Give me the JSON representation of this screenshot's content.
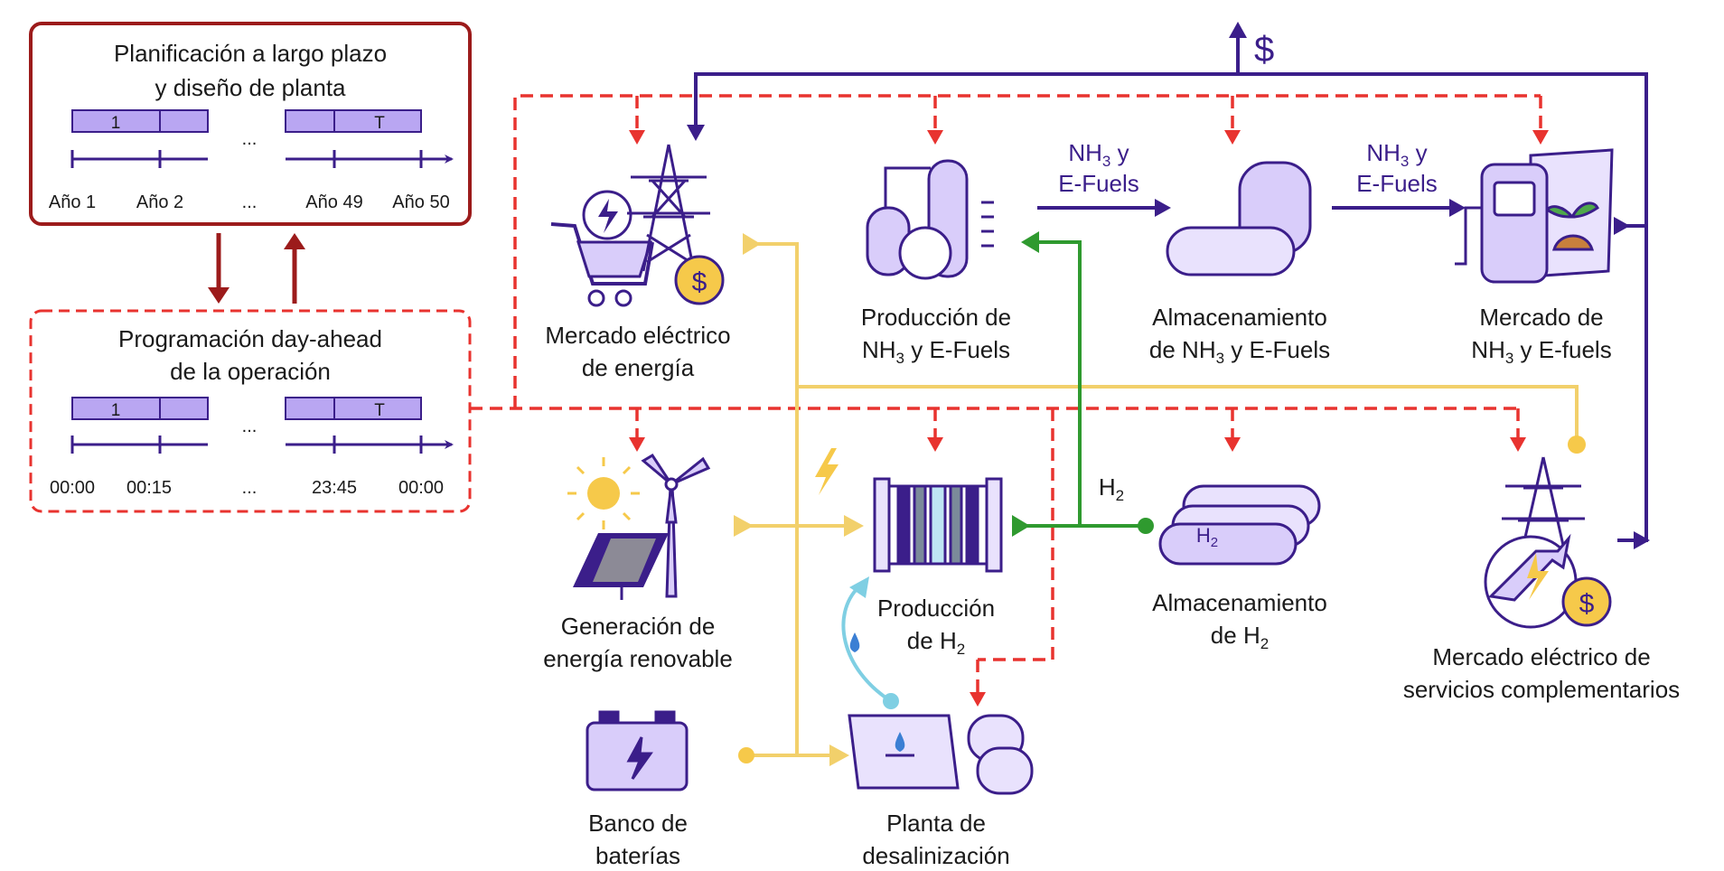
{
  "panels": {
    "long_term": {
      "title_line1": "Planificación a largo plazo",
      "title_line2": "y diseño de planta",
      "bar_first": "1",
      "bar_last": "T",
      "ellipsis": "...",
      "ticks": [
        "Año 1",
        "Año 2",
        "...",
        "Año 49",
        "Año 50"
      ]
    },
    "day_ahead": {
      "title_line1": "Programación day-ahead",
      "title_line2": "de la operación",
      "bar_first": "1",
      "bar_last": "T",
      "ellipsis": "...",
      "ticks": [
        "00:00",
        "00:15",
        "...",
        "23:45",
        "00:00"
      ]
    }
  },
  "nodes": {
    "energy_market": [
      "Mercado eléctrico",
      "de energía"
    ],
    "nh3_production": [
      "Producción de",
      "NH3 y E-Fuels"
    ],
    "nh3_storage": [
      "Almacenamiento",
      "de NH3 y E-Fuels"
    ],
    "nh3_market": [
      "Mercado de",
      "NH3 y E-fuels"
    ],
    "renewables": [
      "Generación de",
      "energía renovable"
    ],
    "h2_production": [
      "Producción",
      "de H2"
    ],
    "h2_storage": [
      "Almacenamiento",
      "de H2"
    ],
    "ancillary_market": [
      "Mercado eléctrico de",
      "servicios complementarios"
    ],
    "battery": [
      "Banco de",
      "baterías"
    ],
    "desalination": [
      "Planta de",
      "desalinización"
    ]
  },
  "flow_labels": {
    "prod_to_storage": [
      "NH3 y",
      "E-Fuels"
    ],
    "storage_to_market": [
      "NH3 y",
      "E-Fuels"
    ],
    "hydrogen": "H2",
    "revenue": "$"
  },
  "colors": {
    "purple": "#3b1e8a",
    "light_purple": "#b9a6f2",
    "dark_red": "#9c1b1b",
    "red": "#e8332f",
    "yellow": "#f2d06b",
    "green": "#2f9a2f",
    "cyan": "#7fcfe3",
    "gold": "#f6c94a"
  },
  "icons": [
    "transmission-tower-icon",
    "lightbulb-icon",
    "cart-icon",
    "dollar-coin-icon",
    "chemical-plant-icon",
    "storage-tank-icon",
    "fuel-pump-icon",
    "plant-sack-icon",
    "sun-icon",
    "wind-turbine-icon",
    "solar-panel-icon",
    "electrolyzer-icon",
    "hydrogen-tanks-icon",
    "battery-icon",
    "desalination-icon",
    "water-drop-icon",
    "lightning-icon"
  ]
}
